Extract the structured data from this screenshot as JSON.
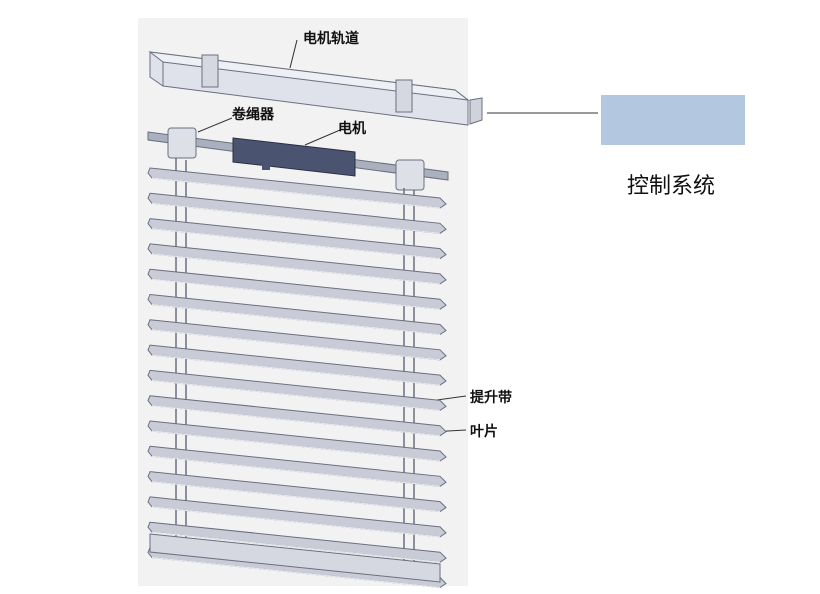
{
  "labels": {
    "motor_track": "电机轨道",
    "rope_winder": "卷绳器",
    "motor": "电机",
    "lift_tape": "提升带",
    "slat": "叶片"
  },
  "control_system": {
    "text": "控制系统",
    "box_color": "#b3c7e0"
  },
  "colors": {
    "background_panel": "#eeeeee",
    "metal": "#c9ccd6",
    "metal_dark": "#9aa0ad",
    "motor": "#4a5470",
    "outline": "#6b7080"
  }
}
